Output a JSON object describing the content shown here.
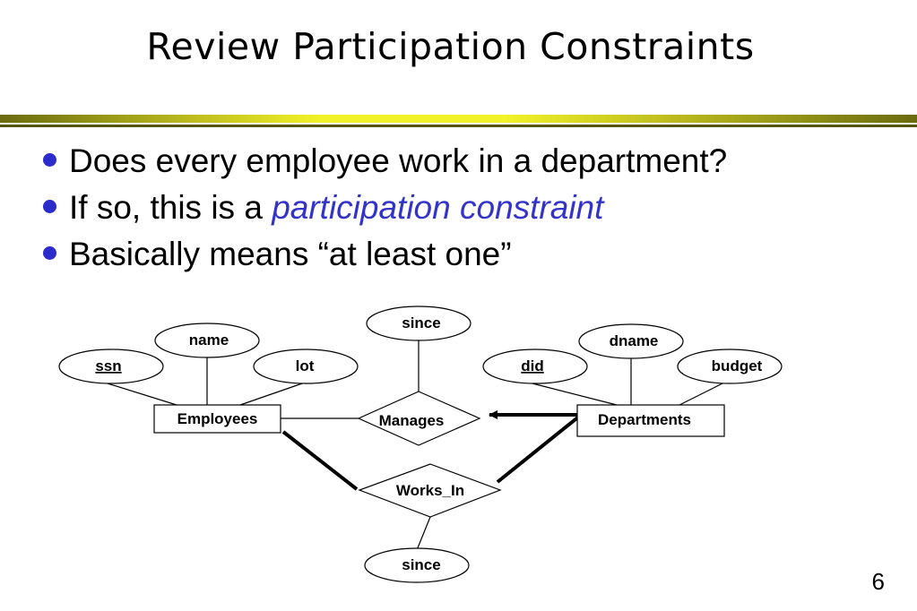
{
  "slide": {
    "title": "Review Participation Constraints",
    "bullets": [
      {
        "text": "Does every employee work in a department?"
      },
      {
        "prefix": "If so, this is a ",
        "emphasis": "participation constraint"
      },
      {
        "text": "Basically means “at least one”"
      }
    ],
    "page_number": "6"
  },
  "diagram": {
    "entities": {
      "employees": "Employees",
      "departments": "Departments"
    },
    "relationships": {
      "manages": "Manages",
      "works_in": "Works_In"
    },
    "attributes": {
      "ssn": "ssn",
      "name": "name",
      "lot": "lot",
      "did": "did",
      "dname": "dname",
      "budget": "budget",
      "manages_since": "since",
      "works_in_since": "since"
    },
    "colors": {
      "bullet": "#2c2ccc",
      "emphasis": "#3333cc",
      "rule_dark": "#6b6b10",
      "rule_light": "#f2f228"
    }
  }
}
